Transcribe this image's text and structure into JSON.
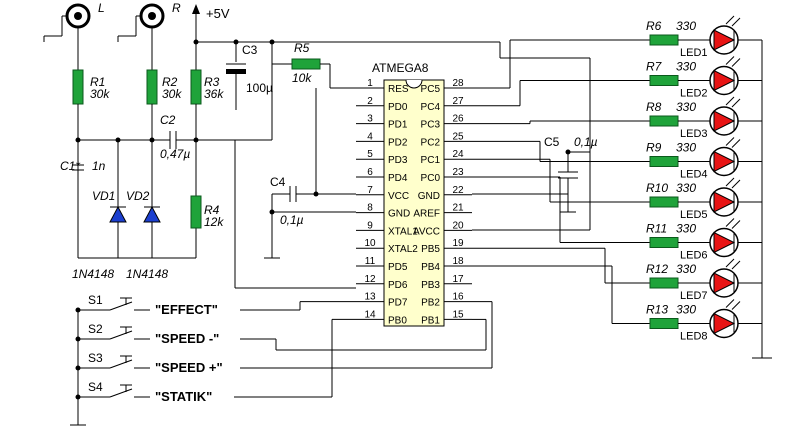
{
  "inputs": {
    "left": "L",
    "right": "R",
    "supply": "+5V"
  },
  "resistors": [
    {
      "ref": "R1",
      "value": "30k"
    },
    {
      "ref": "R2",
      "value": "30k"
    },
    {
      "ref": "R3",
      "value": "36k"
    },
    {
      "ref": "R4",
      "value": "12k"
    },
    {
      "ref": "R5",
      "value": "10k"
    }
  ],
  "capacitors": [
    {
      "ref": "C1*",
      "value": "1n"
    },
    {
      "ref": "C2",
      "value": "0,47µ"
    },
    {
      "ref": "C3",
      "value": "100µ"
    },
    {
      "ref": "C4",
      "value": "0,1µ"
    },
    {
      "ref": "C5",
      "value": "0,1µ"
    }
  ],
  "diodes": [
    {
      "ref": "VD1",
      "part": "1N4148"
    },
    {
      "ref": "VD2",
      "part": "1N4148"
    }
  ],
  "chip": {
    "name": "ATMEGA8",
    "left_pins": [
      {
        "num": "1",
        "label": "RES"
      },
      {
        "num": "2",
        "label": "PD0"
      },
      {
        "num": "3",
        "label": "PD1"
      },
      {
        "num": "4",
        "label": "PD2"
      },
      {
        "num": "5",
        "label": "PD3"
      },
      {
        "num": "6",
        "label": "PD4"
      },
      {
        "num": "7",
        "label": "VCC"
      },
      {
        "num": "8",
        "label": "GND"
      },
      {
        "num": "9",
        "label": "XTAL1"
      },
      {
        "num": "10",
        "label": "XTAL2"
      },
      {
        "num": "11",
        "label": "PD5"
      },
      {
        "num": "12",
        "label": "PD6"
      },
      {
        "num": "13",
        "label": "PD7"
      },
      {
        "num": "14",
        "label": "PB0"
      }
    ],
    "right_pins": [
      {
        "num": "28",
        "label": "PC5"
      },
      {
        "num": "27",
        "label": "PC4"
      },
      {
        "num": "26",
        "label": "PC3"
      },
      {
        "num": "25",
        "label": "PC2"
      },
      {
        "num": "24",
        "label": "PC1"
      },
      {
        "num": "23",
        "label": "PC0"
      },
      {
        "num": "22",
        "label": "GND"
      },
      {
        "num": "21",
        "label": "AREF"
      },
      {
        "num": "20",
        "label": "AVCC"
      },
      {
        "num": "19",
        "label": "PB5"
      },
      {
        "num": "18",
        "label": "PB4"
      },
      {
        "num": "17",
        "label": "PB3"
      },
      {
        "num": "16",
        "label": "PB2"
      },
      {
        "num": "15",
        "label": "PB1"
      }
    ]
  },
  "leds": [
    {
      "res": "R6",
      "value": "330",
      "led": "LED1"
    },
    {
      "res": "R7",
      "value": "330",
      "led": "LED2"
    },
    {
      "res": "R8",
      "value": "330",
      "led": "LED3"
    },
    {
      "res": "R9",
      "value": "330",
      "led": "LED4"
    },
    {
      "res": "R10",
      "value": "330",
      "led": "LED5"
    },
    {
      "res": "R11",
      "value": "330",
      "led": "LED6"
    },
    {
      "res": "R12",
      "value": "330",
      "led": "LED7"
    },
    {
      "res": "R13",
      "value": "330",
      "led": "LED8"
    }
  ],
  "switches": [
    {
      "ref": "S1",
      "label": "\"EFFECT\""
    },
    {
      "ref": "S2",
      "label": "\"SPEED -\""
    },
    {
      "ref": "S3",
      "label": "\"SPEED +\""
    },
    {
      "ref": "S4",
      "label": "\"STATIK\""
    }
  ]
}
